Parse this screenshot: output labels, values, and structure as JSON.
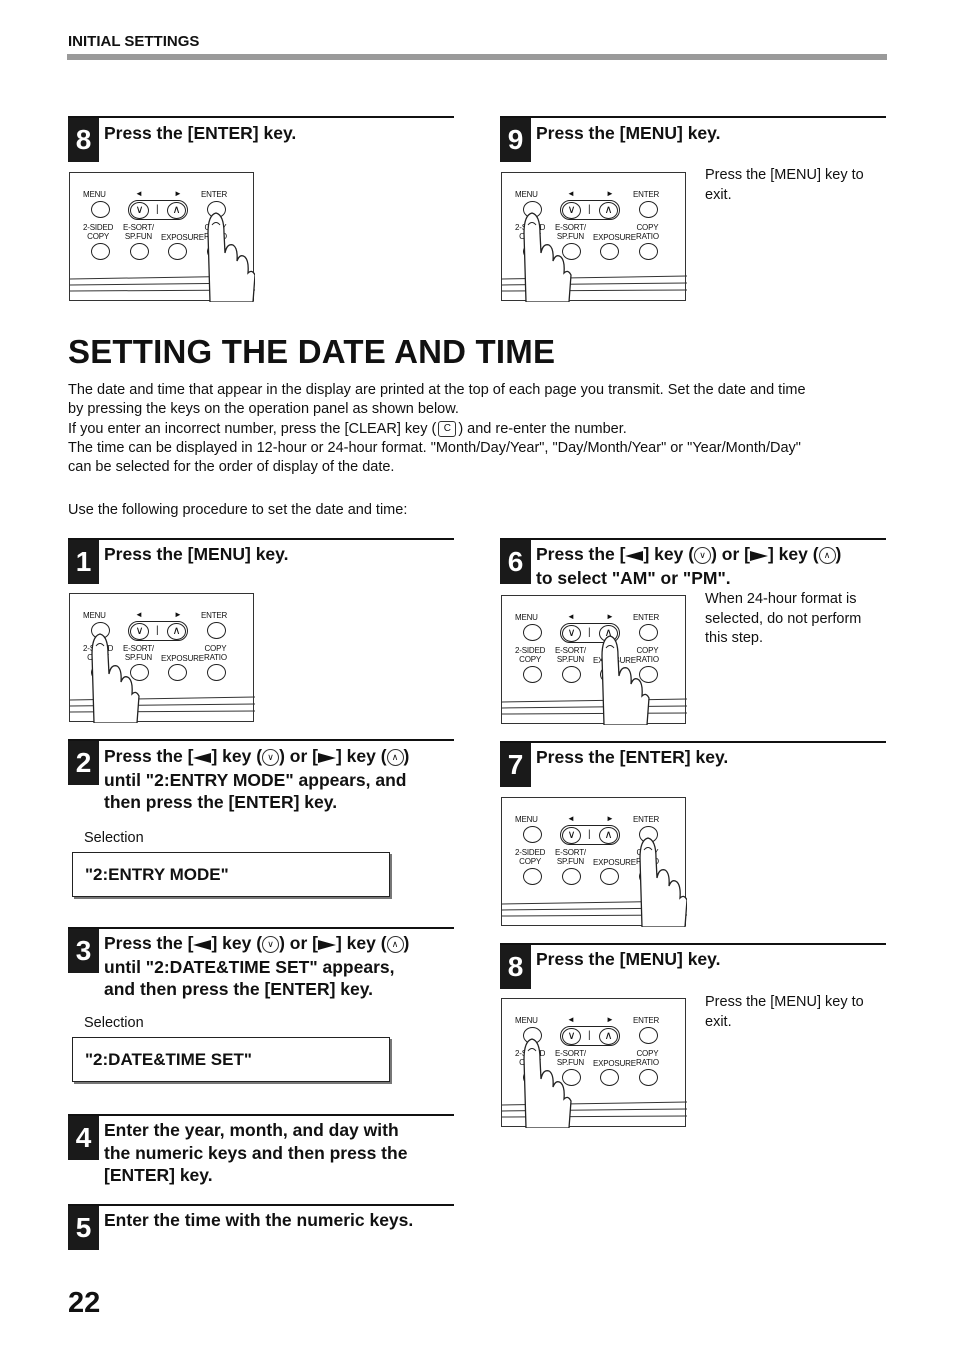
{
  "header": {
    "section": "INITIAL SETTINGS"
  },
  "top_steps": [
    {
      "num": "8",
      "title": "Press the [ENTER] key.",
      "note": ""
    },
    {
      "num": "9",
      "title": "Press the [MENU] key.",
      "note": "Press the [MENU] key to exit."
    }
  ],
  "title": "SETTING THE DATE AND TIME",
  "intro": {
    "p1a": "The date and time that appear in the display are printed at the top of each page you transmit. Set the date and time",
    "p1b": "by pressing the keys on the operation panel as shown below.",
    "p2a": "If you enter an incorrect number, press the [CLEAR] key (",
    "clear_key": "C",
    "p2b": ") and re-enter the number.",
    "p3a": "The time can be displayed in 12-hour or 24-hour format. \"Month/Day/Year\", \"Day/Month/Year\" or \"Year/Month/Day\"",
    "p3b": "can be selected for the order of display of the date.",
    "p4": "Use the following procedure to set the date and time:"
  },
  "panel_labels": {
    "menu": "MENU",
    "left": "◄",
    "right": "►",
    "enter": "ENTER",
    "sided1": "2-SIDED",
    "sided2": "COPY",
    "esort1": "E-SORT/",
    "esort2": "SP.FUN",
    "exposure": "EXPOSURE",
    "copy1": "COPY",
    "copy2": "RATIO",
    "down": "∨",
    "sep": "|",
    "up": "∧"
  },
  "steps": {
    "s1": {
      "num": "1",
      "title": "Press the [MENU] key."
    },
    "s2": {
      "num": "2",
      "l1a": "Press the [",
      "l1b": "] key (",
      "l1c": ") or [",
      "l1d": "] key (",
      "l1e": ")",
      "l2": "until \"2:ENTRY MODE\" appears, and",
      "l3": "then press the [ENTER] key.",
      "sel_label": "Selection",
      "sel_value": "\"2:ENTRY MODE\""
    },
    "s3": {
      "num": "3",
      "l1a": "Press the [",
      "l1b": "] key (",
      "l1c": ") or [",
      "l1d": "] key (",
      "l1e": ")",
      "l2": "until \"2:DATE&TIME SET\" appears,",
      "l3": "and then press the [ENTER] key.",
      "sel_label": "Selection",
      "sel_value": "\"2:DATE&TIME SET\""
    },
    "s4": {
      "num": "4",
      "l1": "Enter the year, month, and day with",
      "l2": "the numeric keys and then press the",
      "l3": "[ENTER] key."
    },
    "s5": {
      "num": "5",
      "title": "Enter the time with the numeric keys."
    },
    "s6": {
      "num": "6",
      "l1a": "Press the [",
      "l1b": "] key (",
      "l1c": ") or [",
      "l1d": "] key (",
      "l1e": ")",
      "l2": "to select \"AM\" or \"PM\".",
      "note1": "When 24-hour format is",
      "note2": "selected, do not perform",
      "note3": "this step."
    },
    "s7": {
      "num": "7",
      "title": "Press the [ENTER] key."
    },
    "s8": {
      "num": "8",
      "title": "Press the [MENU] key.",
      "note1": "Press the [MENU] key to",
      "note2": "exit."
    }
  },
  "top9_note": {
    "n1": "Press the [MENU] key to",
    "n2": "exit."
  },
  "page_number": "22"
}
